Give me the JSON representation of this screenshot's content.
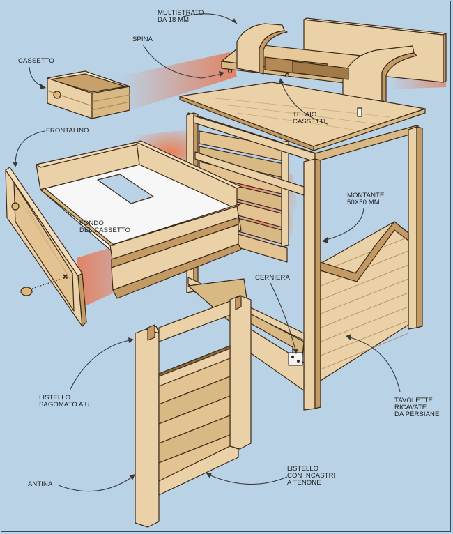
{
  "labels": {
    "multistrato": "MULTISTRATO\nDA 18 MM",
    "spina": "SPINA",
    "cassetto": "CASSETTO",
    "telaio": "TELAIO\nCASSETTI",
    "frontalino": "FRONTALINO",
    "fondo": "FONDO\nDEL CASSETTO",
    "montante": "MONTANTE\n50X50 MM",
    "cerniera": "CERNIERA",
    "tavolette": "TAVOLETTE\nRICAVATE\nDA PERSIANE",
    "listello_u": "LISTELLO\nSAGOMATO A U",
    "listello_tenone": "LISTELLO\nCON INCASTRI\nA TENONE",
    "antina": "ANTINA"
  },
  "colors": {
    "background": "#b9d2e6",
    "wood": "#ead1a8",
    "wood_shade": "#d8b883",
    "wood_dark": "#c49a64",
    "outline": "#3b2a1a",
    "glow": "#ee6a3c"
  }
}
